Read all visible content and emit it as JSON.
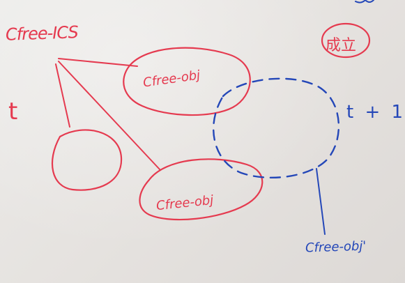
{
  "labels": {
    "title": "Cfree-ICS",
    "t_left": "t",
    "upper_ellipse": "Cfree-obj",
    "lower_ellipse": "Cfree-obj",
    "t_plus_1": "t + 1",
    "bottom_blue": "Cfree-obj'",
    "stamp": "成立"
  },
  "colors": {
    "red_ink": "#e53a4f",
    "blue_ink": "#2447b8",
    "paper": "#e9e6e4"
  }
}
